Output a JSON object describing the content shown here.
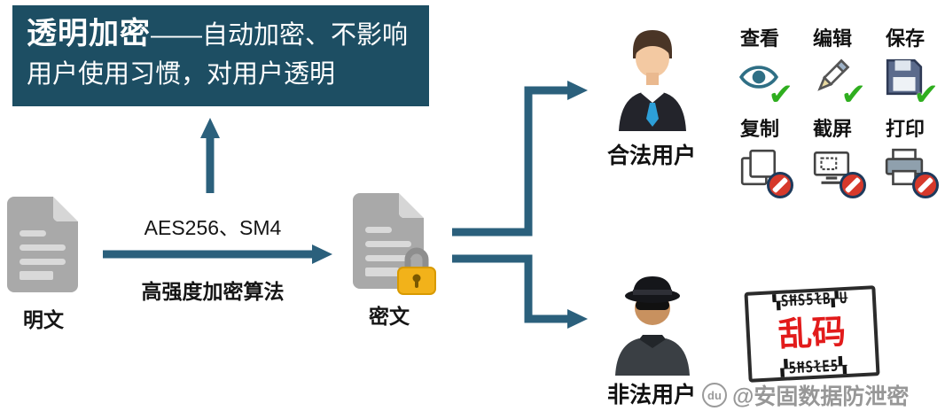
{
  "banner": {
    "title": "透明加密",
    "rest1": "——自动加密、不影响",
    "line2": "用户使用习惯，对用户透明"
  },
  "flow": {
    "plaintext_label": "明文",
    "ciphertext_label": "密文",
    "algo_line1": "AES256、SM4",
    "algo_line2": "高强度加密算法"
  },
  "users": {
    "legit_label": "合法用户",
    "illegal_label": "非法用户"
  },
  "permissions": {
    "allowed": [
      {
        "label": "查看",
        "icon": "eye-icon"
      },
      {
        "label": "编辑",
        "icon": "pencil-icon"
      },
      {
        "label": "保存",
        "icon": "floppy-icon"
      }
    ],
    "denied": [
      {
        "label": "复制",
        "icon": "copy-icon"
      },
      {
        "label": "截屏",
        "icon": "screenshot-icon"
      },
      {
        "label": "打印",
        "icon": "printer-icon"
      }
    ]
  },
  "garbled": {
    "noise_top": "▚SĦS5łB▞U",
    "label": "乱码",
    "noise_bottom": "▞5ĦSłE5▚"
  },
  "watermark": {
    "du": "du",
    "text": "@安固数据防泄密"
  },
  "colors": {
    "banner_bg": "#1d4e63",
    "arrow": "#2b607c",
    "doc_gray": "#a9a9a9",
    "padlock_gold": "#f2b21a",
    "allow_green": "#2fae1f",
    "deny_red": "#d6392b",
    "garbled_red": "#e21b1b"
  }
}
